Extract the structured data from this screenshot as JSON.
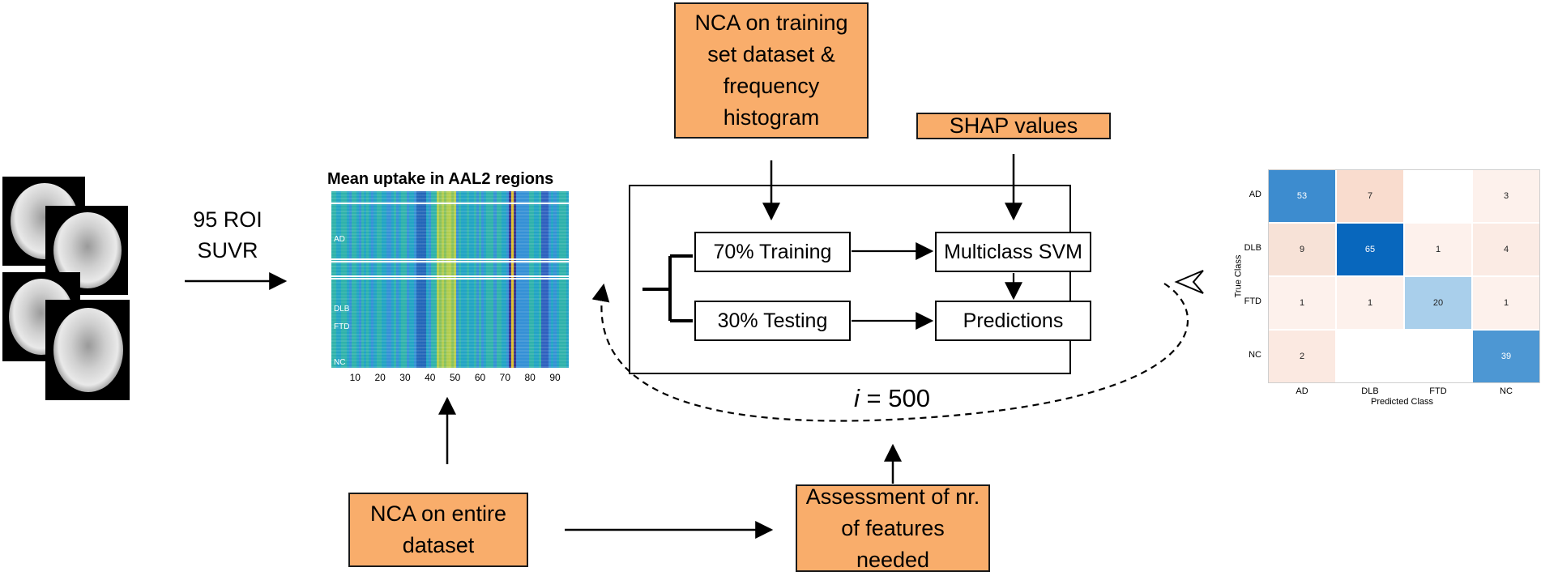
{
  "input": {
    "line1": "95 ROI",
    "line2": "SUVR"
  },
  "heatmap": {
    "title": "Mean uptake in AAL2 regions",
    "row_labels": [
      "AD",
      "DLB",
      "FTD",
      "NC"
    ],
    "x_ticks": [
      "10",
      "20",
      "30",
      "40",
      "50",
      "60",
      "70",
      "80",
      "90"
    ]
  },
  "pipeline": {
    "nca_training": "NCA on training set dataset & frequency histogram",
    "shap": "SHAP values",
    "training": "70% Training",
    "testing": "30% Testing",
    "svm": "Multiclass SVM",
    "predictions": "Predictions",
    "iterations_var": "i",
    "iterations_rest": " = 500",
    "nca_entire": "NCA on entire dataset",
    "assessment": "Assessment of nr. of features needed"
  },
  "confusion_matrix": {
    "classes": [
      "AD",
      "DLB",
      "FTD",
      "NC"
    ],
    "xlabel": "Predicted Class",
    "ylabel": "True Class",
    "cells": [
      [
        "53",
        "7",
        "",
        "3"
      ],
      [
        "9",
        "65",
        "1",
        "4"
      ],
      [
        "1",
        "1",
        "20",
        "1"
      ],
      [
        "2",
        "",
        "",
        "39"
      ]
    ],
    "colors": [
      [
        "#3d8ccf",
        "#f9dcce",
        "#ffffff",
        "#fdf1ec"
      ],
      [
        "#f7e2d7",
        "#0867bd",
        "#fdf1ec",
        "#fbebe4"
      ],
      [
        "#fdf1ec",
        "#fdf1ec",
        "#a9cfeb",
        "#fdf1ec"
      ],
      [
        "#fbe9e1",
        "#ffffff",
        "#ffffff",
        "#4d97d3"
      ]
    ]
  }
}
